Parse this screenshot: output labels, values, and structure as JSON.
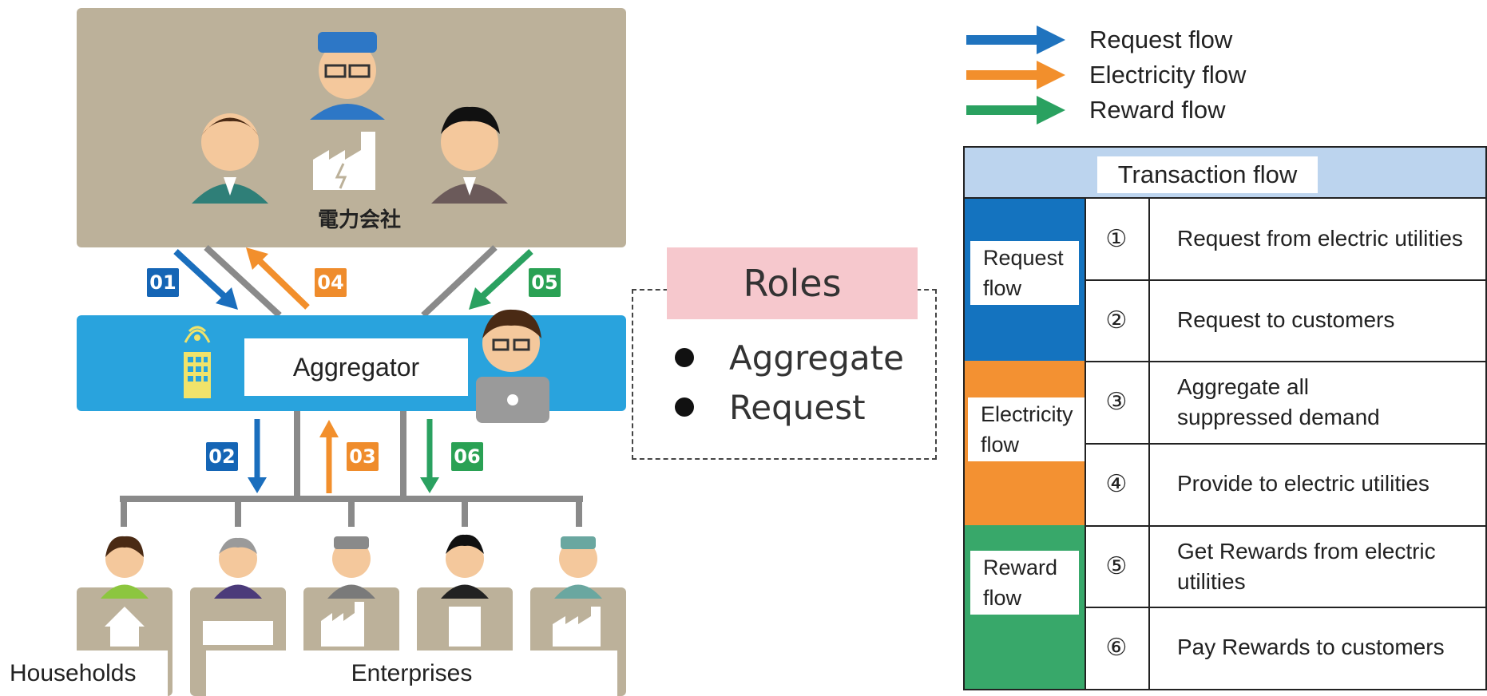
{
  "diagram": {
    "utility_group": {
      "label": "電力会社"
    },
    "aggregator": {
      "label": "Aggregator"
    },
    "customers": {
      "households_label": "Households",
      "enterprises_label": "Enterprises"
    },
    "arrows": [
      {
        "badge": "01",
        "flow": "request"
      },
      {
        "badge": "04",
        "flow": "electricity"
      },
      {
        "badge": "05",
        "flow": "reward"
      },
      {
        "badge": "02",
        "flow": "request"
      },
      {
        "badge": "03",
        "flow": "electricity"
      },
      {
        "badge": "06",
        "flow": "reward"
      }
    ]
  },
  "roles": {
    "title": "Roles",
    "items": [
      "Aggregate",
      "Request"
    ]
  },
  "legend": [
    {
      "label": "Request flow",
      "color": "#1f73be"
    },
    {
      "label": "Electricity flow",
      "color": "#f28f2c"
    },
    {
      "label": "Reward flow",
      "color": "#2aa160"
    }
  ],
  "table": {
    "header": "Transaction flow",
    "categories": [
      {
        "label": "Request\nflow",
        "color": "#1473bf"
      },
      {
        "label": "Electricity\nflow",
        "color": "#f39132"
      },
      {
        "label": "Reward\nflow",
        "color": "#38a86a"
      }
    ],
    "rows": [
      {
        "num": "①",
        "desc": "Request from electric utilities"
      },
      {
        "num": "②",
        "desc": "Request to customers"
      },
      {
        "num": "③",
        "desc": "Aggregate all suppressed demand"
      },
      {
        "num": "④",
        "desc": "Provide to electric utilities"
      },
      {
        "num": "⑤",
        "desc": "Get Rewards from electric utilities"
      },
      {
        "num": "⑥",
        "desc": "Pay Rewards to customers"
      }
    ]
  }
}
